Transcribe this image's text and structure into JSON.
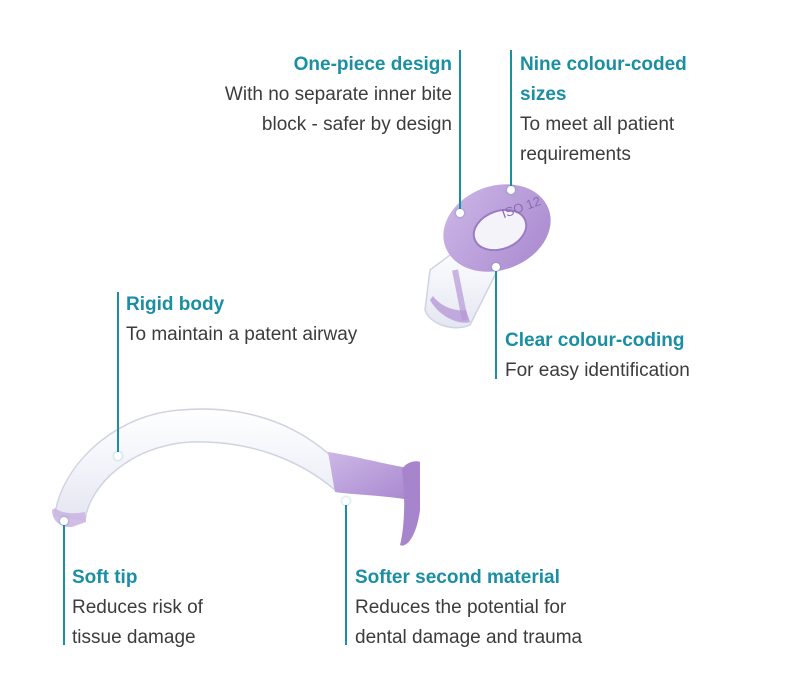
{
  "colors": {
    "accent": "#1a8ea3",
    "text": "#3c3c3c",
    "purple": "#b79ad6",
    "purple_dark": "#9b7cc4",
    "clear_body": "#eef0f7"
  },
  "callouts": {
    "one_piece": {
      "title": "One-piece design",
      "desc": [
        "With no separate inner bite",
        "block - safer by design"
      ]
    },
    "nine_sizes": {
      "title": [
        "Nine colour-coded",
        "sizes"
      ],
      "desc": [
        "To meet all patient",
        "requirements"
      ]
    },
    "rigid_body": {
      "title": "Rigid body",
      "desc": [
        "To maintain a patent airway"
      ]
    },
    "clear_coding": {
      "title": "Clear colour-coding",
      "desc": [
        "For easy identification"
      ]
    },
    "soft_tip": {
      "title": "Soft tip",
      "desc": [
        "Reduces risk of",
        "tissue damage"
      ]
    },
    "softer_material": {
      "title": "Softer second material",
      "desc": [
        "Reduces the potential for",
        "dental damage and trauma"
      ]
    }
  },
  "product": {
    "flange_marking": "ISO 12"
  }
}
